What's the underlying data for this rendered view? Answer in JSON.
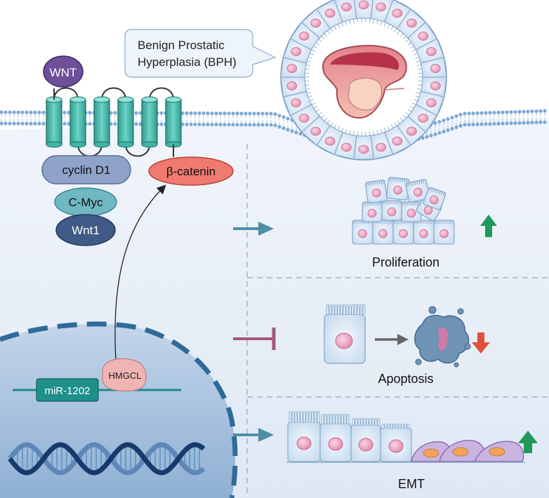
{
  "title_callout": {
    "line1": "Benign Prostatic",
    "line2": "Hyperplasia (BPH)"
  },
  "receptor": {
    "ligand": "WNT",
    "cyclin": "cyclin D1",
    "cmyc": "C-Myc",
    "wnt1": "Wnt1",
    "beta_catenin": "β-catenin"
  },
  "nucleus": {
    "mirna": "miR-1202",
    "hmgcl": "HMGCL"
  },
  "outcomes": {
    "proliferation": "Proliferation",
    "apoptosis": "Apoptosis",
    "emt": "EMT"
  },
  "colors": {
    "background": "#e7eef8",
    "membrane": "#7ea9d6",
    "receptor_teal": "#3fb5a8",
    "ligand_purple": "#6d4f9a",
    "cyclin_blue": "#8fa3c9",
    "cmyc_teal": "#6fb8c2",
    "wnt1_navy": "#3f5a86",
    "beta_catenin_red": "#ef7a70",
    "mirna_teal": "#1f8f8a",
    "hmgcl_pink": "#f0b4b4",
    "nucleus_blue": "#a9c2de",
    "arrow_teal": "#4f8fa6",
    "inhibit_pink": "#a3587a",
    "up_green": "#1f9a5a",
    "down_red": "#e0503c"
  },
  "icons": [
    "up-arrow-icon",
    "down-arrow-icon",
    "activation-arrow-icon",
    "inhibition-bar-icon",
    "dna-helix-icon"
  ]
}
